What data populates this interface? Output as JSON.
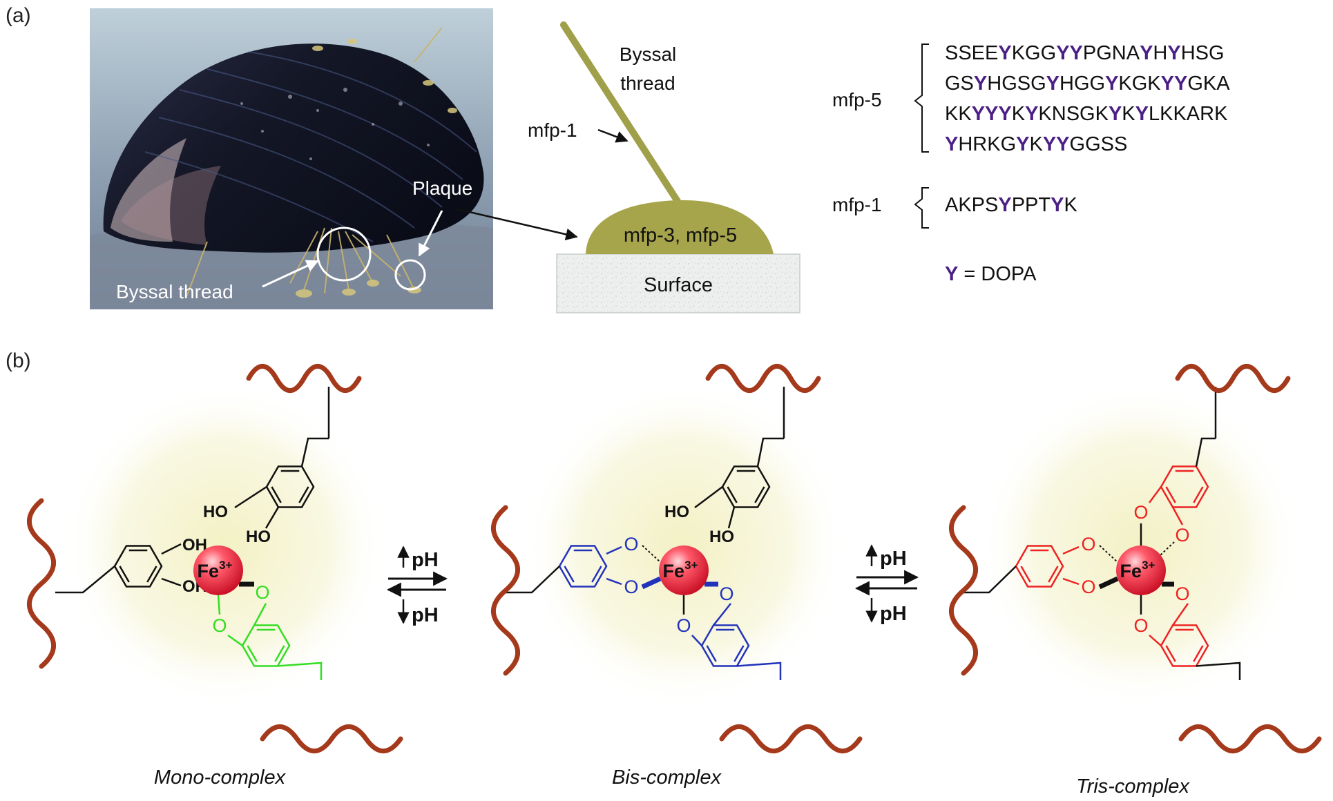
{
  "panel_a": {
    "label": "(a)",
    "photo_labels": {
      "plaque": "Plaque",
      "byssal_thread": "Byssal thread"
    },
    "schematic": {
      "thread_label_line1": "Byssal",
      "thread_label_line2": "thread",
      "mfp1_label": "mfp-1",
      "plaque_label": "mfp-3, mfp-5",
      "surface_label": "Surface",
      "thread_color": "#a0a04a",
      "plaque_color": "#a7a54c"
    },
    "sequences": {
      "mfp5": {
        "name": "mfp-5",
        "lines": [
          [
            {
              "t": "SSEE"
            },
            {
              "t": "Y",
              "b": true
            },
            {
              "t": "KGG"
            },
            {
              "t": "YY",
              "b": true
            },
            {
              "t": "PGNA"
            },
            {
              "t": "Y",
              "b": true
            },
            {
              "t": "H"
            },
            {
              "t": "Y",
              "b": true
            },
            {
              "t": "HSG"
            }
          ],
          [
            {
              "t": "GS"
            },
            {
              "t": "Y",
              "b": true
            },
            {
              "t": "HGSG"
            },
            {
              "t": "Y",
              "b": true
            },
            {
              "t": "HGG"
            },
            {
              "t": "Y",
              "b": true
            },
            {
              "t": "KGK"
            },
            {
              "t": "YY",
              "b": true
            },
            {
              "t": "GKA"
            }
          ],
          [
            {
              "t": "KK"
            },
            {
              "t": "YYY",
              "b": true
            },
            {
              "t": "K"
            },
            {
              "t": "Y",
              "b": true
            },
            {
              "t": "KNSGK"
            },
            {
              "t": "Y",
              "b": true
            },
            {
              "t": "K"
            },
            {
              "t": "Y",
              "b": true
            },
            {
              "t": "LKKARK"
            }
          ],
          [
            {
              "t": "Y",
              "b": true
            },
            {
              "t": "HRKG"
            },
            {
              "t": "Y",
              "b": true
            },
            {
              "t": "K"
            },
            {
              "t": "YY",
              "b": true
            },
            {
              "t": "GGSS"
            }
          ]
        ]
      },
      "mfp1": {
        "name": "mfp-1",
        "lines": [
          [
            {
              "t": "AKPS"
            },
            {
              "t": "Y",
              "b": true
            },
            {
              "t": "PPT"
            },
            {
              "t": "Y",
              "b": true
            },
            {
              "t": "K"
            }
          ]
        ]
      },
      "legend_symbol": "Y",
      "legend_text": " = DOPA",
      "dopa_color": "#4b1f86"
    }
  },
  "panel_b": {
    "label": "(b)",
    "metal": "Fe",
    "charge": "3+",
    "hydroxyl": "HO",
    "hydroxyl_right": "OH",
    "oxygen": "O",
    "ph_label": "pH",
    "complexes": [
      {
        "name": "Mono-complex",
        "color": "#33dd22"
      },
      {
        "name": "Bis-complex",
        "color": "#2233bb"
      },
      {
        "name": "Tris-complex",
        "color": "#ee2222"
      }
    ],
    "chain_color": "#a5391b",
    "glow_color": "#f4f2c8"
  }
}
